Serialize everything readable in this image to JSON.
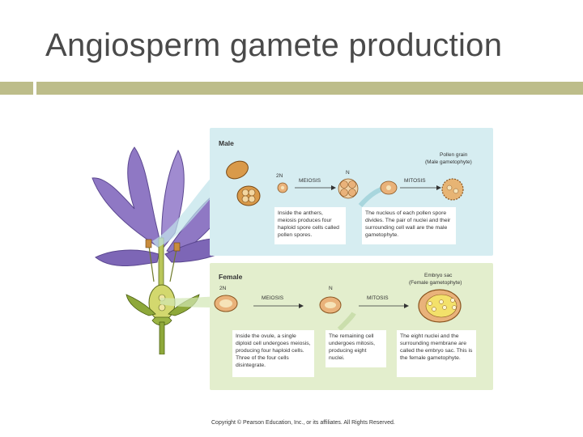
{
  "title": "Angiosperm gamete production",
  "male": {
    "label": "Male",
    "result_label_1": "Pollen grain",
    "result_label_2": "(Male gametophyte)",
    "ploidy_2n": "2N",
    "ploidy_n": "N",
    "meiosis": "MEIOSIS",
    "mitosis": "MITOSIS",
    "caption_1": "Inside the anthers, meiosis produces four haploid spore cells called pollen spores.",
    "caption_2": "The nucleus of each pollen spore divides. The pair of nuclei and their surrounding cell wall are the male gametophyte."
  },
  "female": {
    "label": "Female",
    "result_label_1": "Embryo sac",
    "result_label_2": "(Female gametophyte)",
    "ploidy_2n": "2N",
    "ploidy_n": "N",
    "meiosis": "MEIOSIS",
    "mitosis": "MITOSIS",
    "caption_1": "Inside the ovule, a single diploid cell undergoes meiosis, producing four haploid cells. Three of the four cells disintegrate.",
    "caption_2": "The remaining cell undergoes mitosis, producing eight nuclei.",
    "caption_3": "The eight nuclei and the surrounding membrane are called the embryo sac. This is the female gametophyte."
  },
  "copyright": "Copyright © Pearson Education, Inc., or its affiliates. All Rights Reserved.",
  "colors": {
    "male_panel": "#d6edf1",
    "female_panel": "#e3eecd",
    "title_bar": "#bdbd8a",
    "petal": "#8f78c4",
    "cell": "#e9b27a"
  },
  "icons": [
    "flower-illustration",
    "anther-icon",
    "pollen-cell-icon",
    "ovule-icon",
    "embryo-sac-icon",
    "arrow-icon"
  ]
}
